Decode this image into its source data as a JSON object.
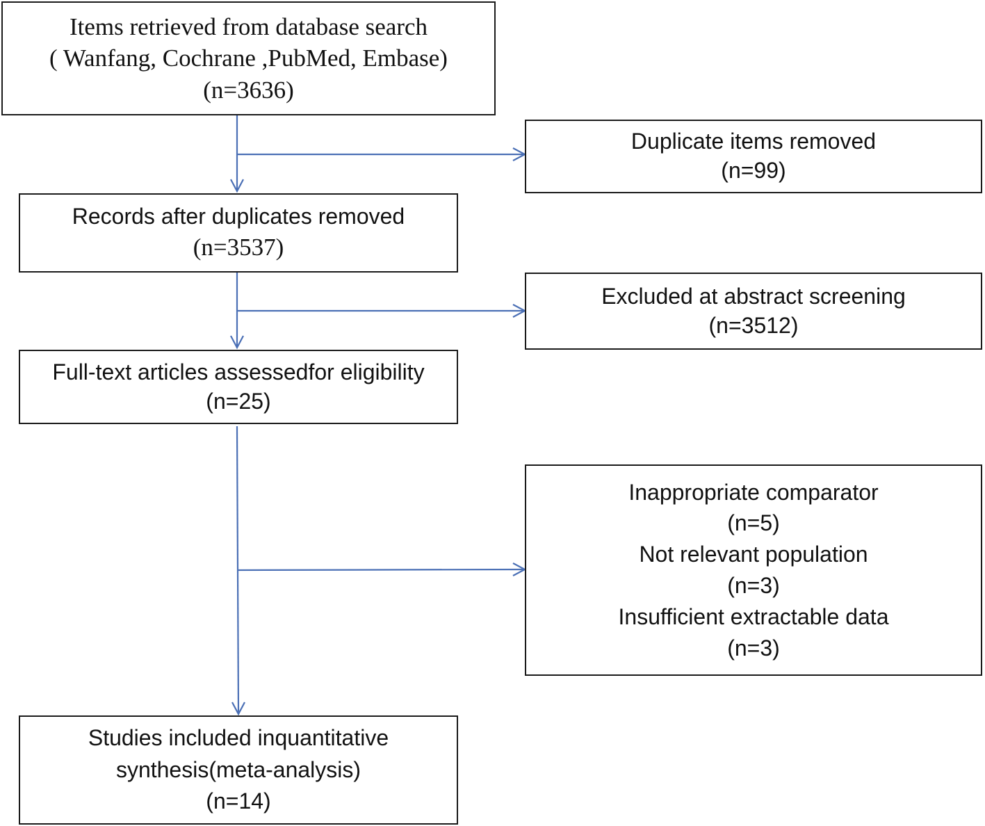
{
  "boxes": {
    "identification": {
      "line1": "Items retrieved from database search",
      "line2": "( Wanfang,  Cochrane ,PubMed,  Embase)",
      "count": "(n=3636)"
    },
    "duplicates_removed": {
      "line1": "Duplicate items removed",
      "count": "(n=99)"
    },
    "after_duplicates": {
      "line1": "Records after duplicates removed",
      "count": "(n=3537)"
    },
    "abstract_excluded": {
      "line1": "Excluded at abstract screening",
      "count": "(n=3512)"
    },
    "full_text": {
      "line1": "Full-text articles assessedfor eligibility",
      "count": "(n=25)"
    },
    "exclusion_reasons": {
      "reason1": "Inappropriate comparator",
      "count1": "(n=5)",
      "reason2": "Not relevant population",
      "count2": "(n=3)",
      "reason3": "Insufficient extractable data",
      "count3": "(n=3)"
    },
    "included": {
      "line1": "Studies included inquantitative",
      "line2": "synthesis(meta-analysis)",
      "count": "(n=14)"
    }
  },
  "colors": {
    "arrow": "#4a6fb5",
    "border": "#1a1a1a"
  }
}
